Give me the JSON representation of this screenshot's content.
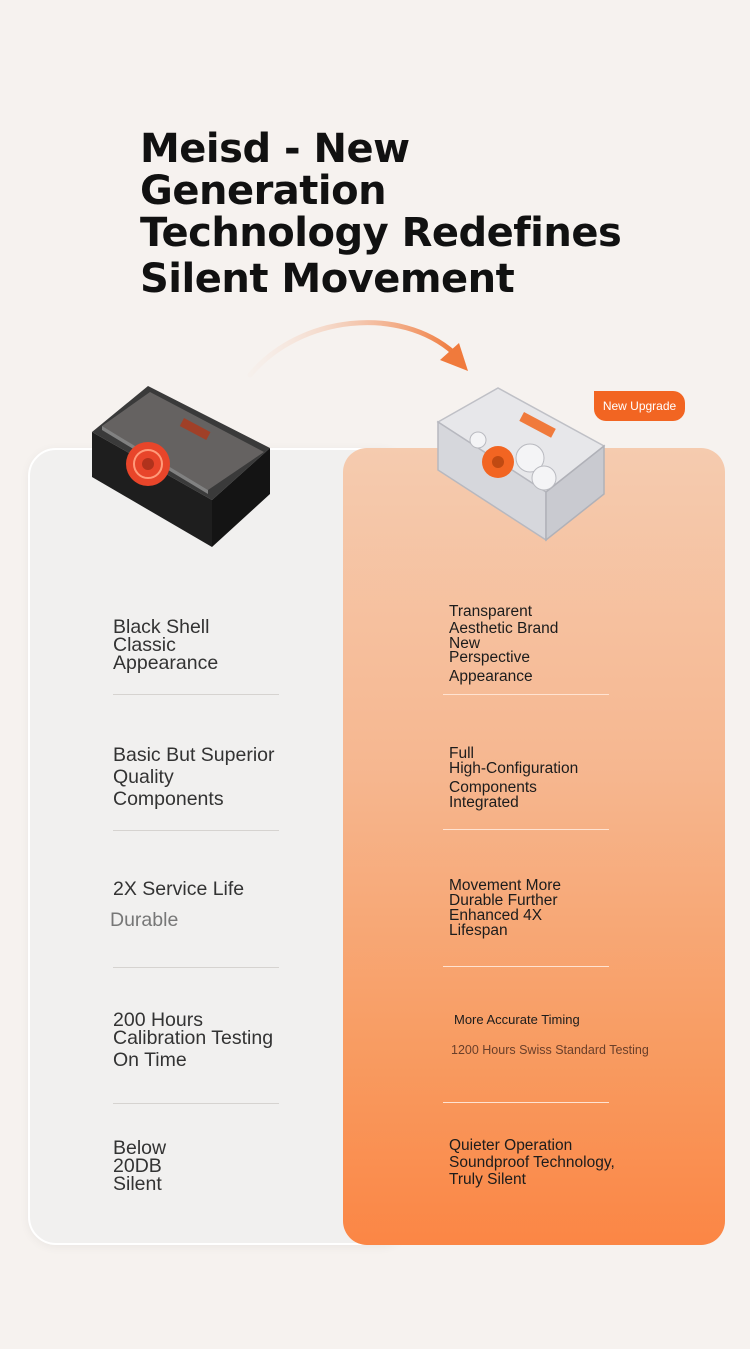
{
  "title": {
    "line1": "Meisd - New Generation",
    "line2": "Technology Redefines",
    "line3": "Silent Movement"
  },
  "badge": "New Upgrade",
  "left_column": [
    {
      "lines": [
        "Black Shell",
        "Classic",
        "Appearance"
      ]
    },
    {
      "lines": [
        "Basic But Superior",
        "Quality",
        "Components"
      ]
    },
    {
      "lines": [
        "2X Service Life"
      ],
      "sub": "Durable"
    },
    {
      "lines": [
        "200 Hours",
        "Calibration Testing",
        "On Time"
      ]
    },
    {
      "lines": [
        "Below",
        "20DB",
        "Silent"
      ]
    }
  ],
  "right_column": [
    {
      "lines": [
        "Transparent",
        "Aesthetic Brand",
        "New",
        "Perspective",
        "Appearance"
      ]
    },
    {
      "lines": [
        "Full",
        "High-Configuration",
        "Components",
        "Integrated"
      ]
    },
    {
      "lines": [
        "Movement More",
        "Durable Further",
        "Enhanced 4X",
        "Lifespan"
      ]
    },
    {
      "lines": [
        "More Accurate Timing"
      ],
      "sub": "1200 Hours Swiss Standard Testing"
    },
    {
      "lines": [
        "Quieter Operation",
        "Soundproof Technology,",
        "Truly Silent"
      ]
    }
  ],
  "colors": {
    "accent": "#f26522",
    "arrow": "#f07a3c",
    "card_top": "#f5cbaf",
    "card_bottom": "#fb8645"
  },
  "icons": [
    "arrow-icon",
    "black-clock-movement-image",
    "transparent-clock-movement-image"
  ]
}
